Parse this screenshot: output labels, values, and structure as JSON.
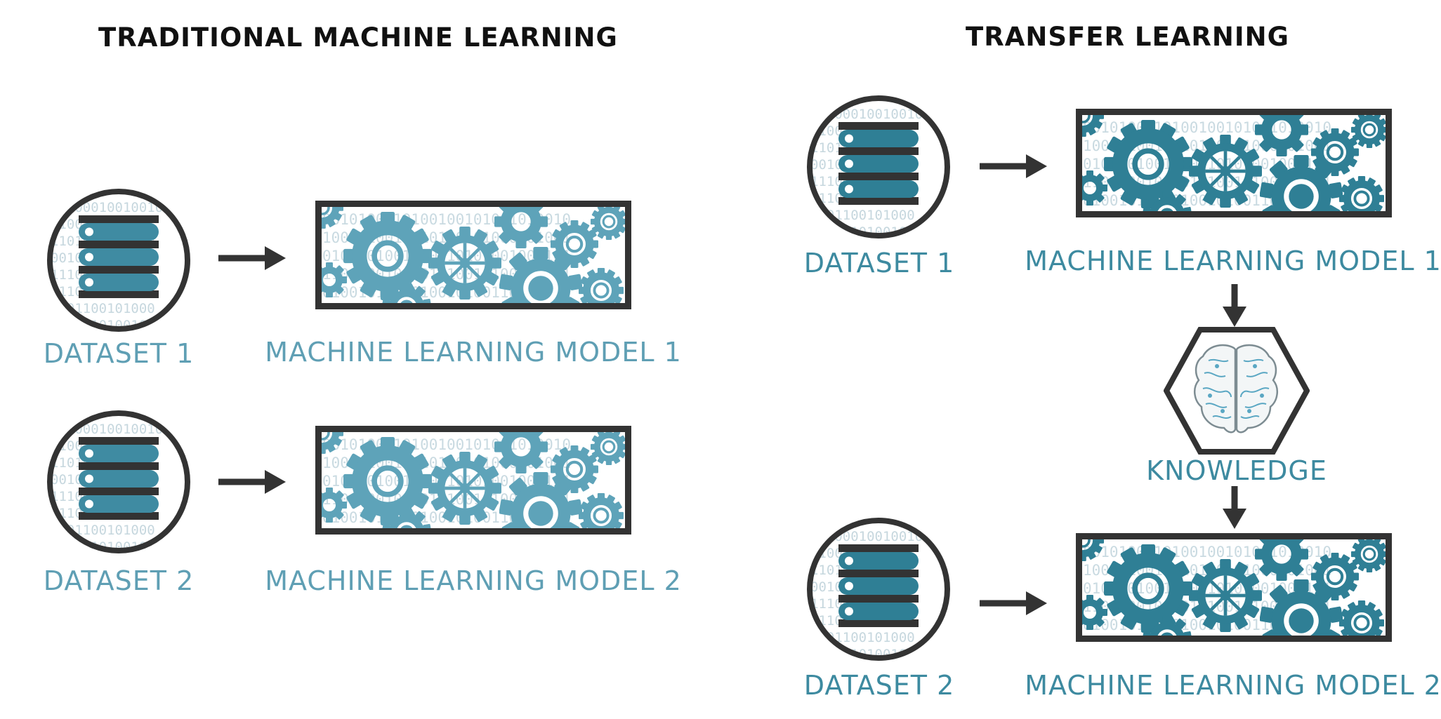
{
  "colors": {
    "teal": "#2f7f95",
    "teal_light": "#5ea3b9",
    "label_left": "#5f9fb4",
    "label_right": "#3d8aa0",
    "dark": "#333333",
    "binary_text": "#c6d7de",
    "background": "#ffffff"
  },
  "traditional": {
    "title": "TRADITIONAL MACHINE LEARNING",
    "rows": [
      {
        "dataset_label": "DATASET 1",
        "model_label": "MACHINE LEARNING MODEL 1"
      },
      {
        "dataset_label": "DATASET 2",
        "model_label": "MACHINE LEARNING MODEL 2"
      }
    ]
  },
  "transfer": {
    "title": "TRANSFER LEARNING",
    "rows": [
      {
        "dataset_label": "DATASET 1",
        "model_label": "MACHINE LEARNING MODEL 1"
      },
      {
        "dataset_label": "DATASET 2",
        "model_label": "MACHINE LEARNING MODEL 2"
      }
    ],
    "knowledge_label": "KNOWLEDGE"
  },
  "icons": {
    "dataset": "database-server-icon",
    "model": "gears-icon",
    "knowledge": "brain-icon",
    "arrow": "arrow-icon"
  }
}
